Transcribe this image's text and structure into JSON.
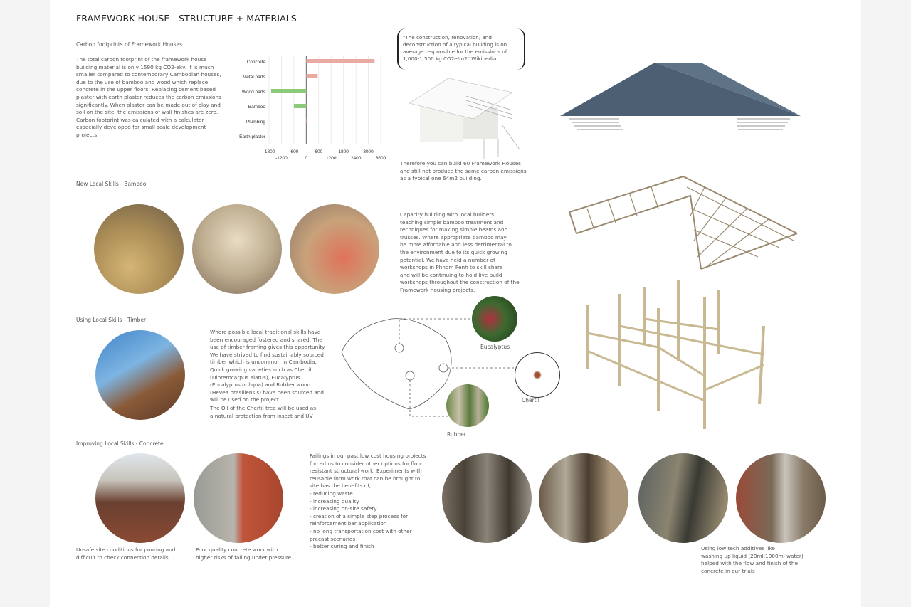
{
  "title": "FRAMEWORK HOUSE - STRUCTURE + MATERIALS",
  "carbon": {
    "heading": "Carbon footprints of Framework Houses",
    "text": "The total carbon footprint of the framework house building material is only 1590 kg CO2-ekv. It is much smaller compared to contemporary Cambodian houses, due to the use of bamboo and wood which replace concrete in the upper floors. Replacing cement based plaster with earth plaster reduces the carbon emissions significantly. When plaster can be made out of clay and soil on the site, the emissions of wall finishes are zero. Carbon footprint was calculated with a calculator especially developed for small scale development projects."
  },
  "chart_data": {
    "type": "bar",
    "orientation": "horizontal",
    "categories": [
      "Concrete",
      "Metal parts",
      "Wood parts",
      "Bamboo",
      "Plumbing",
      "Earth plaster"
    ],
    "values": [
      3300,
      550,
      -1700,
      -600,
      60,
      0
    ],
    "colors": {
      "positive": "#e8aaa2",
      "negative": "#8cc97a"
    },
    "xlim": [
      -1800,
      3600
    ],
    "ticks_upper": [
      "-1800",
      "-600",
      "600",
      "1800",
      "3000"
    ],
    "ticks_lower": [
      "-1200",
      "0",
      "1200",
      "2400",
      "3600"
    ],
    "grid": true
  },
  "quote": "\"The construction, renovation, and deconstruction of a typical building is on average responsible for the emissions of 1,000-1,500 kg CO2e/m2\" Wikipedia",
  "therefore": "Therefore you can build 60 Framework Houses and still not produce the same carbon emissions as a typical one 64m2 building.",
  "bamboo": {
    "heading": "New Local Skills - Bamboo",
    "text": "Capacity building with local builders\nteaching simple bamboo treatment and\ntechniques for making simple beams and\ntrusses. Where appropriate bamboo may\nbe more affordable and less detrimental to\nthe environment due to its quick growing\npotential. We have held a number of\nworkshops in Phnom Penh to skill share\nand will be continuing to hold live build\nworkshops throughout the construction of the\nFramework housing projects."
  },
  "timber": {
    "heading": "Using Local Skills - Timber",
    "text": "Where possible local traditional skills have\nbeen encouraged fostered and shared. The\nuse of timber framing gives this opportunity.\nWe have strived to find sustainably sourced\ntimber which is uncommon in Cambodia.\nQuick growing varieties such as Chertil\n(Dipterocarpus alatus), Eucalyptus\n(Eucalyptus obliqua) and Rubber wood\n(Hevea brasiliensis) have been sourced and\nwill be used on the project.",
    "text2": "The Oil of the Chertil tree will be used as\na natural protection from insect and UV",
    "labels": {
      "eucalyptus": "Eucalyptus",
      "chertil": "Chertil",
      "rubber": "Rubber"
    }
  },
  "concrete": {
    "heading": "Improving Local Skills - Concrete",
    "text": "Failings in our past low cost housing projects\nforced us to consider other options for flood\nresistant structural work. Experiments with\nreusable form work that can be brought to\nsite has the benefits of,\n- reducing waste\n- increasing quality\n- increasing on-site safety\n- creation of a simple step process for\nreinforcement bar application\n- no long transportation cost with other\nprecast scenarios\n- better curing and finish",
    "caption1": "Unsafe site conditions for pouring and\ndifficult to check connection details",
    "caption2": "Poor quality concrete work with\nhigher risks of failing under pressure",
    "caption3": "Using low tech additives like\nwashing up liquid (20ml:1000ml water)\nhelped with the flow and finish of the\nconcrete in our trials"
  }
}
